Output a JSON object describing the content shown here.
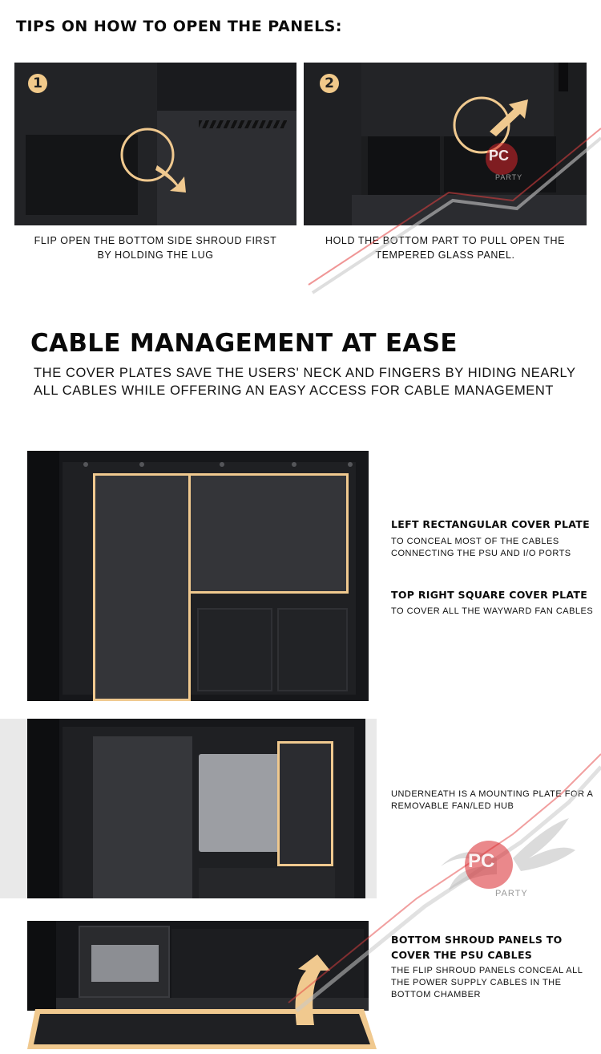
{
  "tips": {
    "title": "TIPS ON HOW TO OPEN THE PANELS:",
    "steps": [
      {
        "number": "1",
        "caption_line1": "FLIP OPEN THE BOTTOM SIDE SHROUD FIRST",
        "caption_line2": "BY HOLDING THE LUG"
      },
      {
        "number": "2",
        "caption_line1": "HOLD THE BOTTOM PART TO PULL OPEN THE",
        "caption_line2": "TEMPERED GLASS PANEL."
      }
    ]
  },
  "cable": {
    "title": "CABLE MANAGEMENT AT EASE",
    "subtitle_line1": "THE COVER PLATES SAVE THE USERS' NECK AND FINGERS BY HIDING NEARLY",
    "subtitle_line2": "ALL CABLES WHILE OFFERING AN EASY ACCESS FOR CABLE MANAGEMENT",
    "features": [
      {
        "heading": "LEFT RECTANGULAR COVER PLATE",
        "desc_line1": "TO CONCEAL MOST OF THE CABLES",
        "desc_line2": "CONNECTING THE PSU AND I/O PORTS"
      },
      {
        "heading": "TOP RIGHT SQUARE COVER PLATE",
        "desc_line1": "TO COVER ALL THE WAYWARD FAN CABLES",
        "desc_line2": ""
      },
      {
        "heading": "",
        "desc_line1": "UNDERNEATH IS A MOUNTING PLATE FOR A",
        "desc_line2": "REMOVABLE FAN/LED HUB"
      },
      {
        "heading_line1": "BOTTOM SHROUD PANELS TO",
        "heading_line2": "COVER THE PSU CABLES",
        "desc_line1": "THE FLIP SHROUD PANELS CONCEAL ALL",
        "desc_line2": "THE POWER SUPPLY CABLES IN THE",
        "desc_line3": "BOTTOM CHAMBER"
      }
    ]
  },
  "watermark": {
    "text": "PARTY",
    "logo_letters": "PC"
  },
  "colors": {
    "accent": "#f0c98f",
    "case_dark": "#16171a",
    "watermark_red": "#d9262c"
  }
}
